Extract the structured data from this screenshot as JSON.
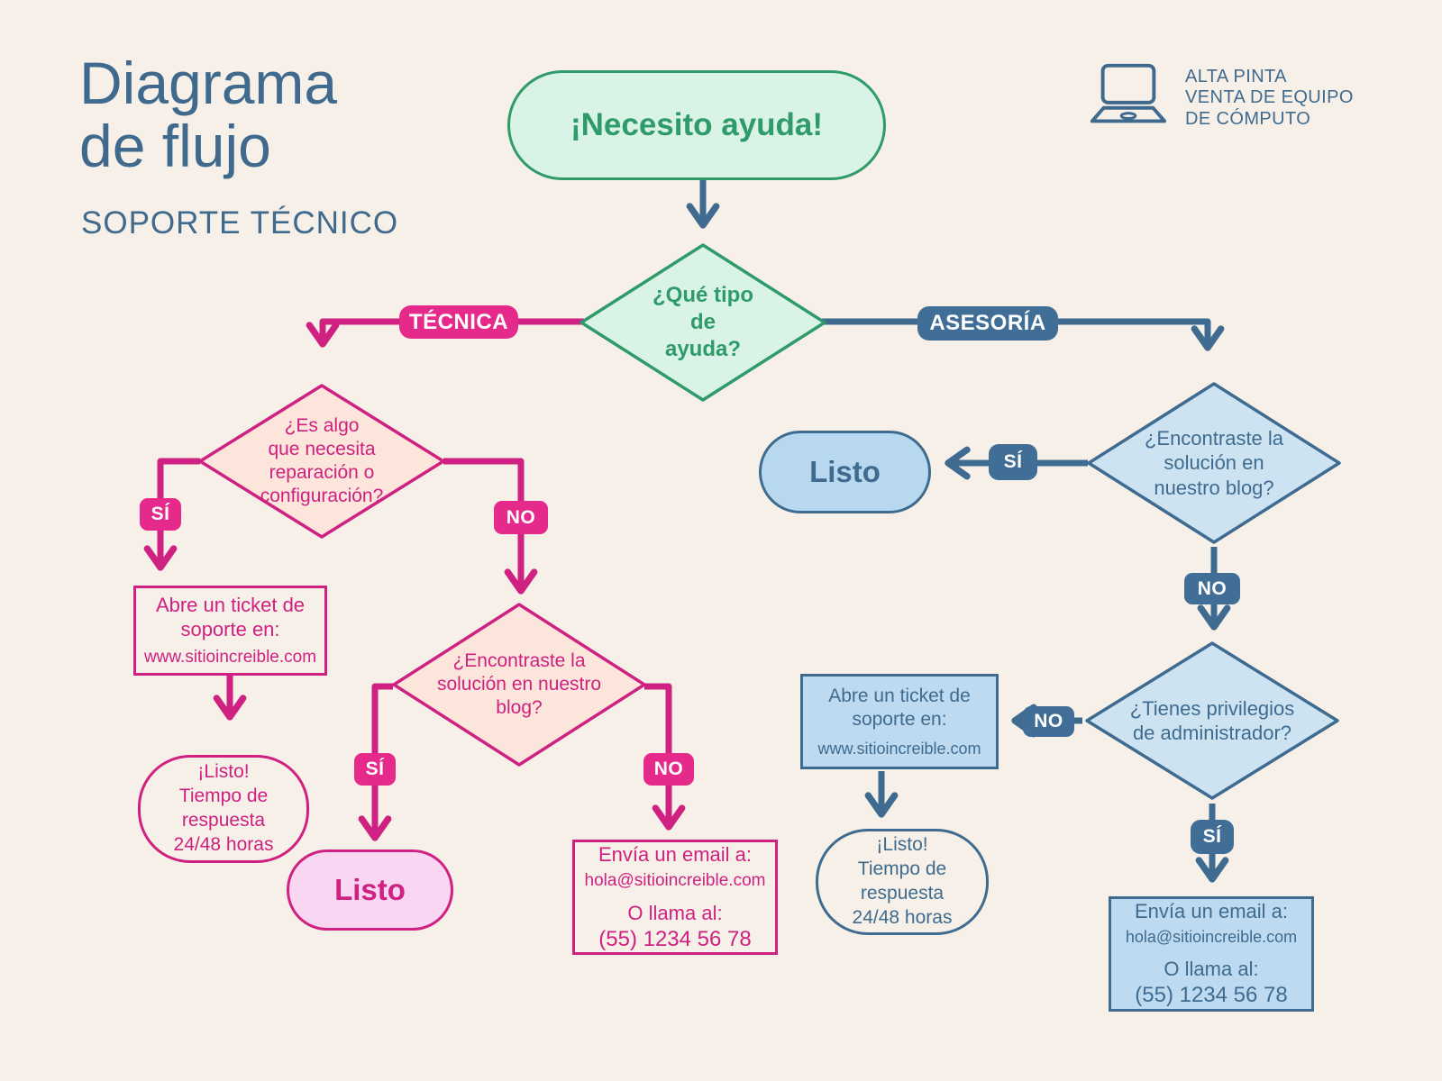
{
  "page": {
    "title_lines": [
      "Diagrama",
      "de flujo"
    ],
    "subtitle": "SOPORTE TÉCNICO",
    "background": "#f6f0e8"
  },
  "brand": {
    "icon": "laptop-icon",
    "lines": [
      "ALTA PINTA",
      "VENTA DE EQUIPO",
      "DE CÓMPUTO"
    ]
  },
  "labels": {
    "yes": "SÍ",
    "no": "NO",
    "technical": "TÉCNICA",
    "advisory": "ASESORÍA"
  },
  "colors": {
    "pink": "#cf2181",
    "pink_bright": "#e62a8c",
    "peach_fill": "#fce5da",
    "pink_light_fill": "#f9d6f2",
    "blue": "#3e6b8f",
    "blue_pill": "#406e96",
    "blue_light_fill": "#cde3f2",
    "blue_box_fill": "#bedaf0",
    "green": "#2f9a6a",
    "mint_fill": "#d9f3e7",
    "cream": "#f6f0e8"
  },
  "nodes": {
    "start": "¡Necesito ayuda!",
    "type_q": {
      "lines": [
        "¿Qué tipo",
        "de",
        "ayuda?"
      ]
    },
    "repair_q": {
      "lines": [
        "¿Es algo",
        "que necesita",
        "reparación o",
        "configuración?"
      ]
    },
    "blog_q_pink": {
      "lines": [
        "¿Encontraste la",
        "solución en nuestro",
        "blog?"
      ]
    },
    "blog_q_blue": {
      "lines": [
        "¿Encontraste la",
        "solución en",
        "nuestro blog?"
      ]
    },
    "admin_q": {
      "lines": [
        "¿Tienes privilegios",
        "de administrador?"
      ]
    },
    "ticket_pink": {
      "heading_lines": [
        "Abre un ticket de",
        "soporte en:"
      ],
      "url": "www.sitioincreible.com"
    },
    "ticket_blue": {
      "heading_lines": [
        "Abre un ticket de",
        "soporte en:"
      ],
      "url": "www.sitioincreible.com"
    },
    "done_pink": "Listo",
    "done_blue": "Listo",
    "done_time_pink": {
      "lines": [
        "¡Listo!",
        "Tiempo de",
        "respuesta",
        "24/48 horas"
      ]
    },
    "done_time_blue": {
      "lines": [
        "¡Listo!",
        "Tiempo de",
        "respuesta",
        "24/48 horas"
      ]
    },
    "email_pink": {
      "heading": "Envía un email a:",
      "email": "hola@sitioincreible.com",
      "call": "O llama al:",
      "phone": "(55) 1234 56 78"
    },
    "email_blue": {
      "heading": "Envía un email a:",
      "email": "hola@sitioincreible.com",
      "call": "O llama al:",
      "phone": "(55) 1234 56 78"
    }
  }
}
